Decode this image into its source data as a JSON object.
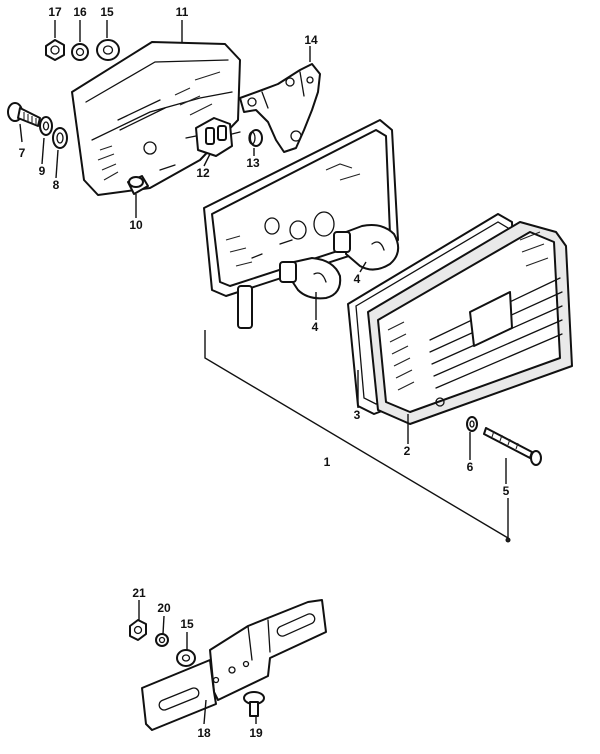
{
  "callouts": {
    "c1": "1",
    "c2": "2",
    "c3": "3",
    "c4a": "4",
    "c4b": "4",
    "c5": "5",
    "c6": "6",
    "c7": "7",
    "c8": "8",
    "c9": "9",
    "c10": "10",
    "c11": "11",
    "c12": "12",
    "c13": "13",
    "c14": "14",
    "c15a": "15",
    "c15b": "15",
    "c16": "16",
    "c17": "17",
    "c18": "18",
    "c19": "19",
    "c20": "20",
    "c21": "21"
  }
}
